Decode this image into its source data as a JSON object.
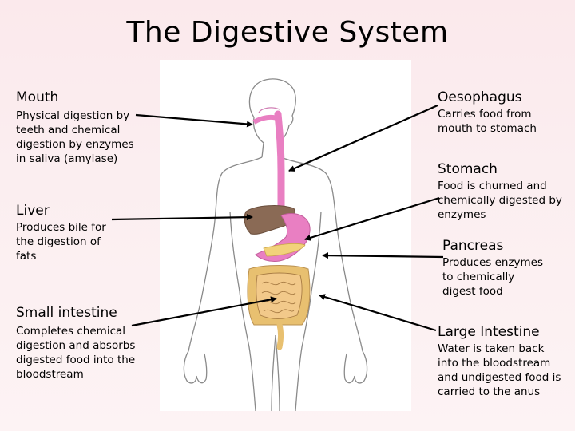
{
  "title": "The Digestive System",
  "organs": {
    "mouth": {
      "name": "Mouth",
      "description": "Physical digestion by teeth and chemical digestion by enzymes in saliva (amylase)"
    },
    "liver": {
      "name": "Liver",
      "description": "Produces bile for the digestion of fats"
    },
    "small_intestine": {
      "name": "Small intestine",
      "description": "Completes chemical digestion and absorbs digested food into the bloodstream"
    },
    "oesophagus": {
      "name": "Oesophagus",
      "description": "Carries food from mouth to stomach"
    },
    "stomach": {
      "name": "Stomach",
      "description": "Food is churned and chemically digested by enzymes"
    },
    "pancreas": {
      "name": "Pancreas",
      "description": "Produces enzymes to chemically digest food"
    },
    "large_intestine": {
      "name": "Large Intestine",
      "description": "Water is taken back into the bloodstream and undigested food is carried to the anus"
    }
  },
  "colors": {
    "oesophagus_stomach": "#e97fc2",
    "liver": "#8a6a55",
    "intestine": "#f2c98a",
    "large_intestine": "#e8c070",
    "pancreas": "#f2d27a",
    "outline": "#8a8a8a"
  }
}
